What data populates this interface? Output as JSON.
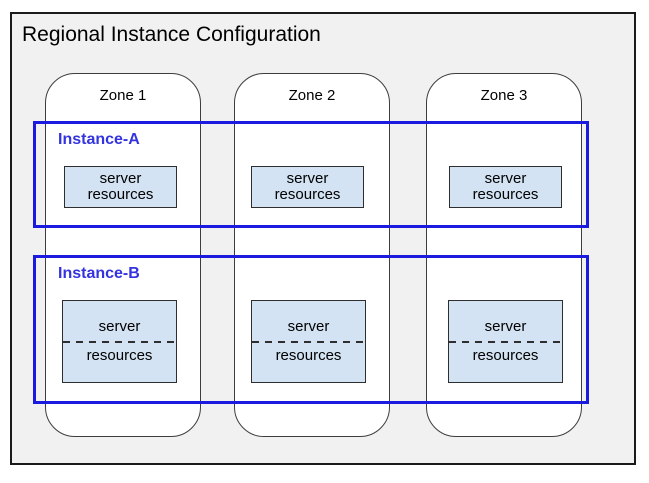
{
  "title": "Regional Instance Configuration",
  "zones": [
    {
      "label": "Zone 1"
    },
    {
      "label": "Zone 2"
    },
    {
      "label": "Zone 3"
    }
  ],
  "instances": [
    {
      "label": "Instance-A",
      "boxes": [
        {
          "line1": "server",
          "line2": "resources"
        },
        {
          "line1": "server",
          "line2": "resources"
        },
        {
          "line1": "server",
          "line2": "resources"
        }
      ]
    },
    {
      "label": "Instance-B",
      "boxes": [
        {
          "line1": "server",
          "line2": "resources"
        },
        {
          "line1": "server",
          "line2": "resources"
        },
        {
          "line1": "server",
          "line2": "resources"
        }
      ]
    }
  ],
  "colors": {
    "region_fill": "#f1f1f1",
    "region_border": "#1a1a1a",
    "title_color": "#000000",
    "zone_fill": "#ffffff",
    "zone_border": "#3d3d3d",
    "instance_border": "#1b1be0",
    "instance_label_color": "#3333e0",
    "server_box_fill": "#d3e3f3",
    "server_box_border": "#2e2e2e"
  }
}
